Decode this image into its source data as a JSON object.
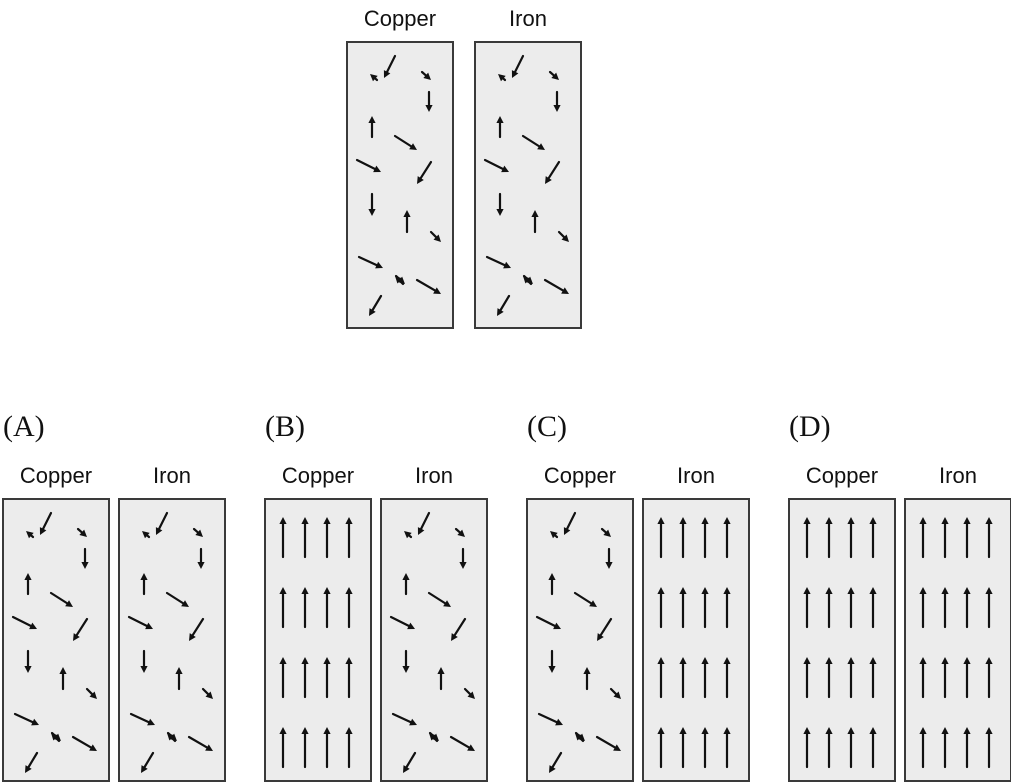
{
  "top_figure": {
    "panels": [
      {
        "label": "Copper",
        "state": "random"
      },
      {
        "label": "Iron",
        "state": "random"
      }
    ]
  },
  "options": [
    {
      "letter": "(A)",
      "panels": [
        {
          "label": "Copper",
          "state": "random"
        },
        {
          "label": "Iron",
          "state": "random"
        }
      ]
    },
    {
      "letter": "(B)",
      "panels": [
        {
          "label": "Copper",
          "state": "aligned"
        },
        {
          "label": "Iron",
          "state": "random"
        }
      ]
    },
    {
      "letter": "(C)",
      "panels": [
        {
          "label": "Copper",
          "state": "random"
        },
        {
          "label": "Iron",
          "state": "aligned"
        }
      ]
    },
    {
      "letter": "(D)",
      "panels": [
        {
          "label": "Copper",
          "state": "aligned"
        },
        {
          "label": "Iron",
          "state": "aligned"
        }
      ]
    }
  ]
}
